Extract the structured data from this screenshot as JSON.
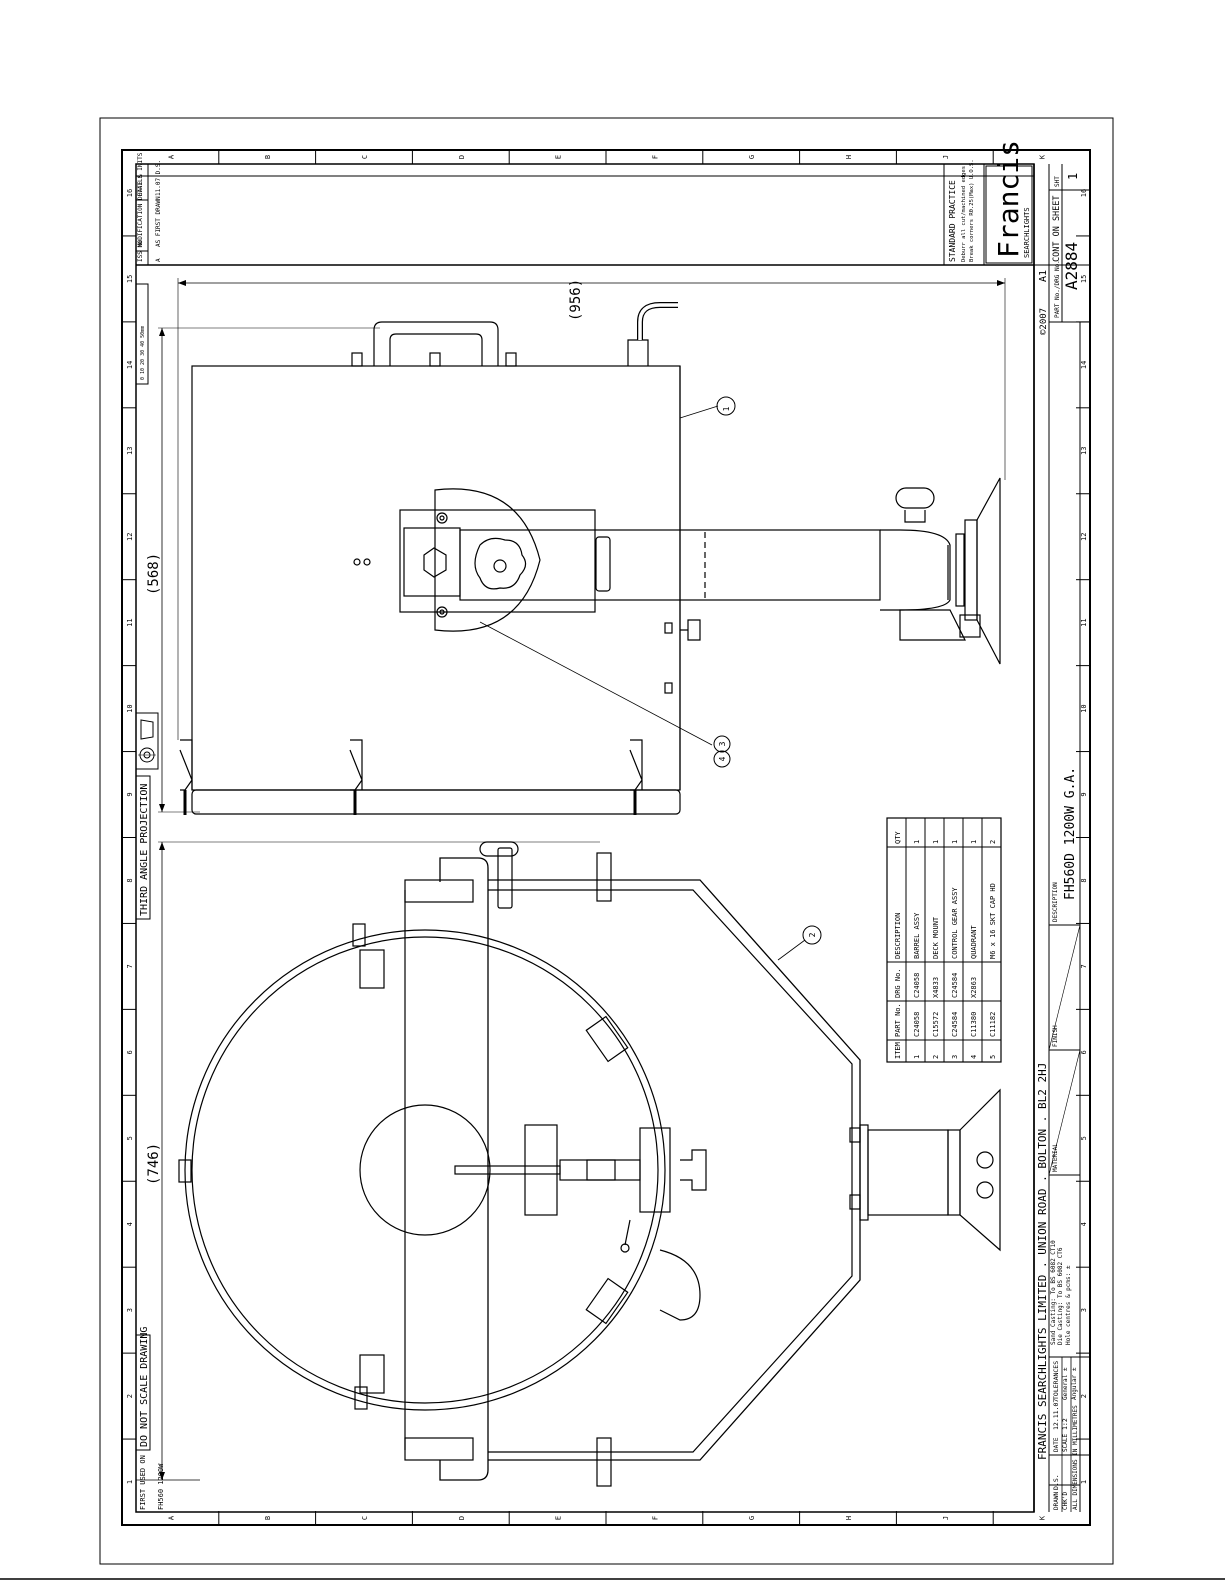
{
  "border": {
    "columns": [
      "1",
      "2",
      "3",
      "4",
      "5",
      "6",
      "7",
      "8",
      "9",
      "10",
      "11",
      "12",
      "13",
      "14",
      "15",
      "16"
    ],
    "rows": [
      "A",
      "B",
      "C",
      "D",
      "E",
      "F",
      "G",
      "H",
      "J",
      "K"
    ]
  },
  "revisions": {
    "headers": {
      "iss": "ISS No",
      "mod": "MODIFICATION DETAILS",
      "date": "DATE & INITS"
    },
    "rows": [
      {
        "iss": "A",
        "mod": "AS FIRST DRAWN",
        "date": "11.07 D.S."
      }
    ]
  },
  "standard_practice": {
    "title": "STANDARD PRACTICE",
    "line1": "Deburr all cut/machined edges",
    "line2": "Break corners R0.25(Max) U.O.S."
  },
  "logo": {
    "name": "Francis",
    "sub": "SEARCHLIGHTS"
  },
  "notes": {
    "third_angle": "THIRD ANGLE PROJECTION",
    "do_not_scale": "DO NOT SCALE DRAWING",
    "first_used_on": "FIRST USED ON",
    "first_used_value": "FH560 1200W"
  },
  "dimensions": {
    "width": "(956)",
    "height": "(568)",
    "ring": "(746)"
  },
  "balloons": [
    "1",
    "2",
    "3",
    "4"
  ],
  "parts_list": {
    "headers": [
      "ITEM",
      "PART No.",
      "DRG No.",
      "DESCRIPTION",
      "QTY"
    ],
    "rows": [
      [
        "1",
        "C24058",
        "C24058",
        "BARREL ASSY",
        "1"
      ],
      [
        "2",
        "C15572",
        "X4833",
        "DECK MOUNT",
        "1"
      ],
      [
        "3",
        "C24584",
        "C24584",
        "CONTROL GEAR ASSY",
        "1"
      ],
      [
        "4",
        "C11380",
        "X2863",
        "QUADRANT",
        "1"
      ],
      [
        "5",
        "C11182",
        "",
        "M6 x 16 SKT CAP HD",
        "2"
      ]
    ]
  },
  "title_block": {
    "company": "FRANCIS SEARCHLIGHTS LIMITED . UNION ROAD . BOLTON . BL2 2HJ",
    "copyright": "©2007",
    "size": "A1",
    "cont": "CONT ON SHEET",
    "sht_label": "SHT",
    "sht": "1",
    "part_label": "PART No./DRG No.",
    "drawing_no": "A2884",
    "description_label": "DESCRIPTION",
    "description": "FH560D 1200W G.A.",
    "material_label": "MATERIAL",
    "finish_label": "FINISH",
    "drawn_label": "DRAWN",
    "drawn": "D.S.",
    "chkd_label": "CHK'D",
    "date_label": "DATE",
    "date": "12.11.07",
    "scale_label": "SCALE",
    "scale": "1:2",
    "tolerances": "TOLERANCES",
    "general": "General ±",
    "angular": "Angular ±",
    "units": "ALL DIMENSIONS IN MILLIMETRES",
    "sand": "Sand Casting: To BS 6082 CT10",
    "die": "Die Casting: To BS 6082 CT6",
    "hole": "Hole centres & pcms: ±"
  }
}
